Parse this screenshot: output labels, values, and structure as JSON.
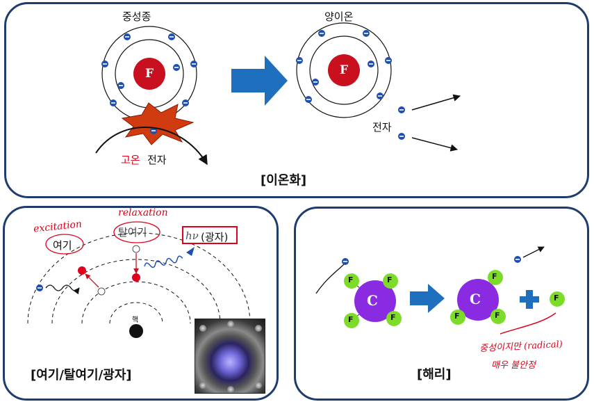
{
  "ionization": {
    "neutral_label": "중성종",
    "cation_label": "양이온",
    "nucleus": "F",
    "electron_label": "전자",
    "hot_label": "고온",
    "hot_electron_label": "전자",
    "caption": "[이온화]"
  },
  "excitation": {
    "excitation_note": "excitation",
    "excitation_label": "여기",
    "relaxation_note": "relaxation",
    "deexcitation_label": "탈여기",
    "photon_symbol": "hν",
    "photon_label": "(광자)",
    "nucleus_label": "핵",
    "caption": "[여기/탈여기/광자]"
  },
  "dissociation": {
    "center_atom": "C",
    "ligand_atom": "F",
    "radical_note_line1": "중성이지만 (radical)",
    "radical_note_line2": "매우 불안정",
    "caption": "[해리]"
  },
  "colors": {
    "panel_border": "#1f3c6e",
    "nucleus_red": "#c8101e",
    "electron_blue": "#1f4fb0",
    "arrow_blue": "#1f6fbf",
    "carbon_purple": "#8a2be2",
    "fluorine_green": "#7ddc2a",
    "highlight_red": "#e0001b"
  }
}
